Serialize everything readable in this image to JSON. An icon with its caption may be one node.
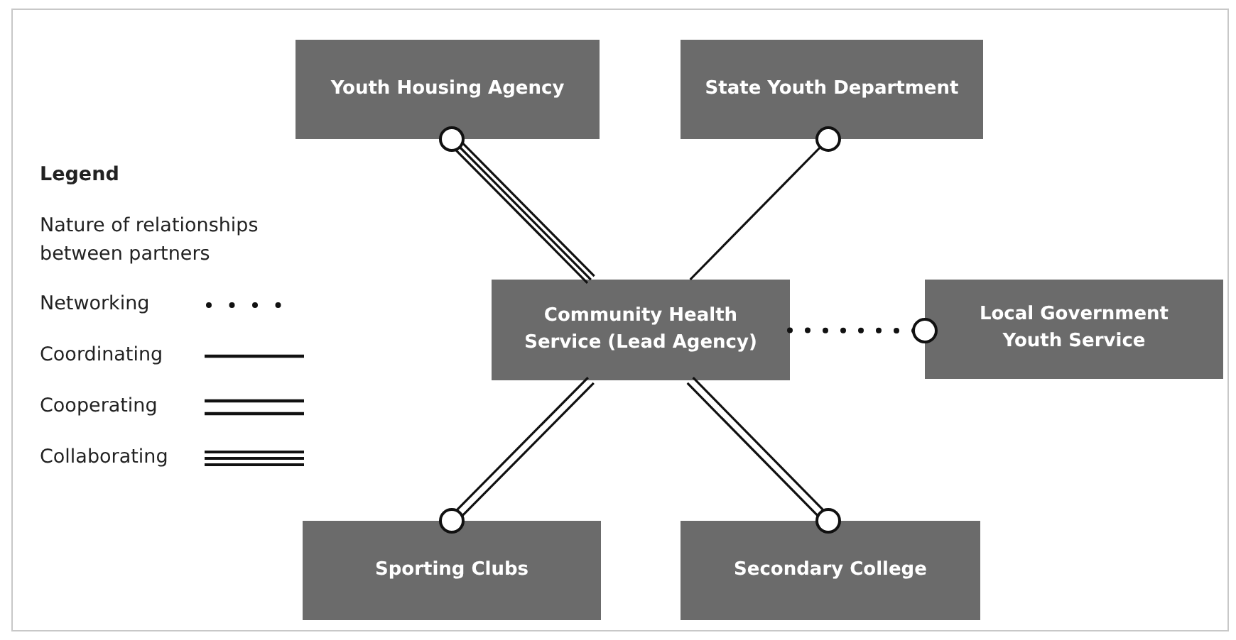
{
  "diagram": {
    "nodes": [
      {
        "text": [
          "Youth Housing Agency"
        ]
      },
      {
        "text": [
          "State Youth Department"
        ]
      },
      {
        "text": [
          "Community Health Service (Lead Agency)"
        ]
      },
      {
        "text": [
          "Local Government Youth Service"
        ]
      },
      {
        "text": [
          "Sporting Clubs"
        ]
      },
      {
        "text": [
          "Secondary College"
        ]
      }
    ],
    "edges": [
      {
        "from": 2,
        "to": 0,
        "arrow": "other"
      },
      {
        "from": 2,
        "to": 1,
        "arrow": "other"
      },
      {
        "from": 2,
        "to": 3,
        "arrow": "other",
        "style": "dashed"
      },
      {
        "from": 2,
        "to": 4,
        "arrow": "other"
      },
      {
        "from": 2,
        "to": 5,
        "arrow": "other"
      }
    ],
    "labels": [
      "Legend",
      "Nature of relationships between partners"
    ],
    "legend": [
      {
        "text": "Networking"
      },
      {
        "text": "Coordinating"
      },
      {
        "text": "Cooperating"
      },
      {
        "text": "Collaborating"
      }
    ]
  }
}
